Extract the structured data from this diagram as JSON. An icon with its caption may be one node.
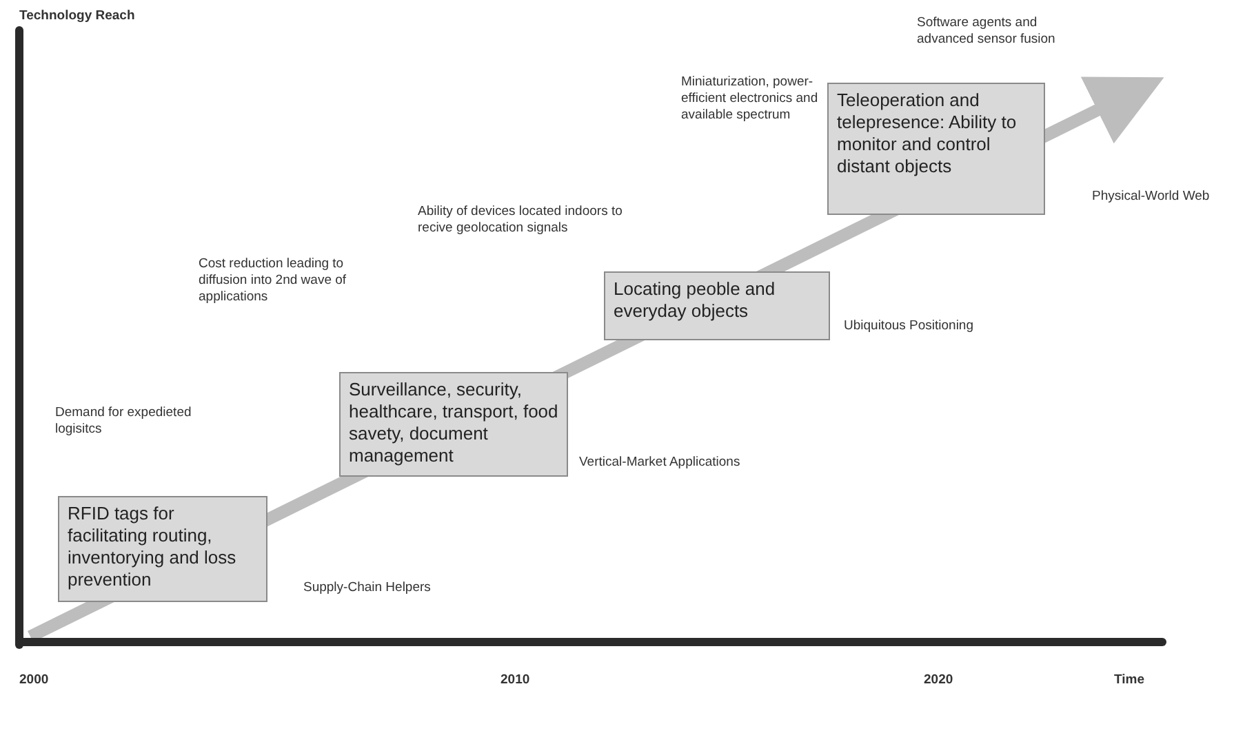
{
  "diagram": {
    "nodes": [
      {
        "text": [
          "RFID tags for facilitating routing, inventorying and loss prevention"
        ]
      },
      {
        "text": [
          "Surveillance, security, healthcare, transport, food savety, document management"
        ]
      },
      {
        "text": [
          "Locating peoble and everyday objects"
        ]
      },
      {
        "text": [
          "Teleoperation and telepresence: Ability to monitor and control distant objects"
        ]
      }
    ],
    "labels": [
      "Technology Reach",
      "Software agents and advanced sensor fusion",
      "Miniaturization, power-efficient electronics and available spectrum",
      "Physical-World Web",
      "Ability of devices located indoors to recive geolocation signals",
      "Ubiquitous Positioning",
      "Cost reduction leading to diffusion into 2nd wave of applications",
      "Demand for expedieted logisitcs",
      "Vertical-Market Applications",
      "Supply-Chain Helpers",
      "2000",
      "2010",
      "2020",
      "Time"
    ]
  }
}
